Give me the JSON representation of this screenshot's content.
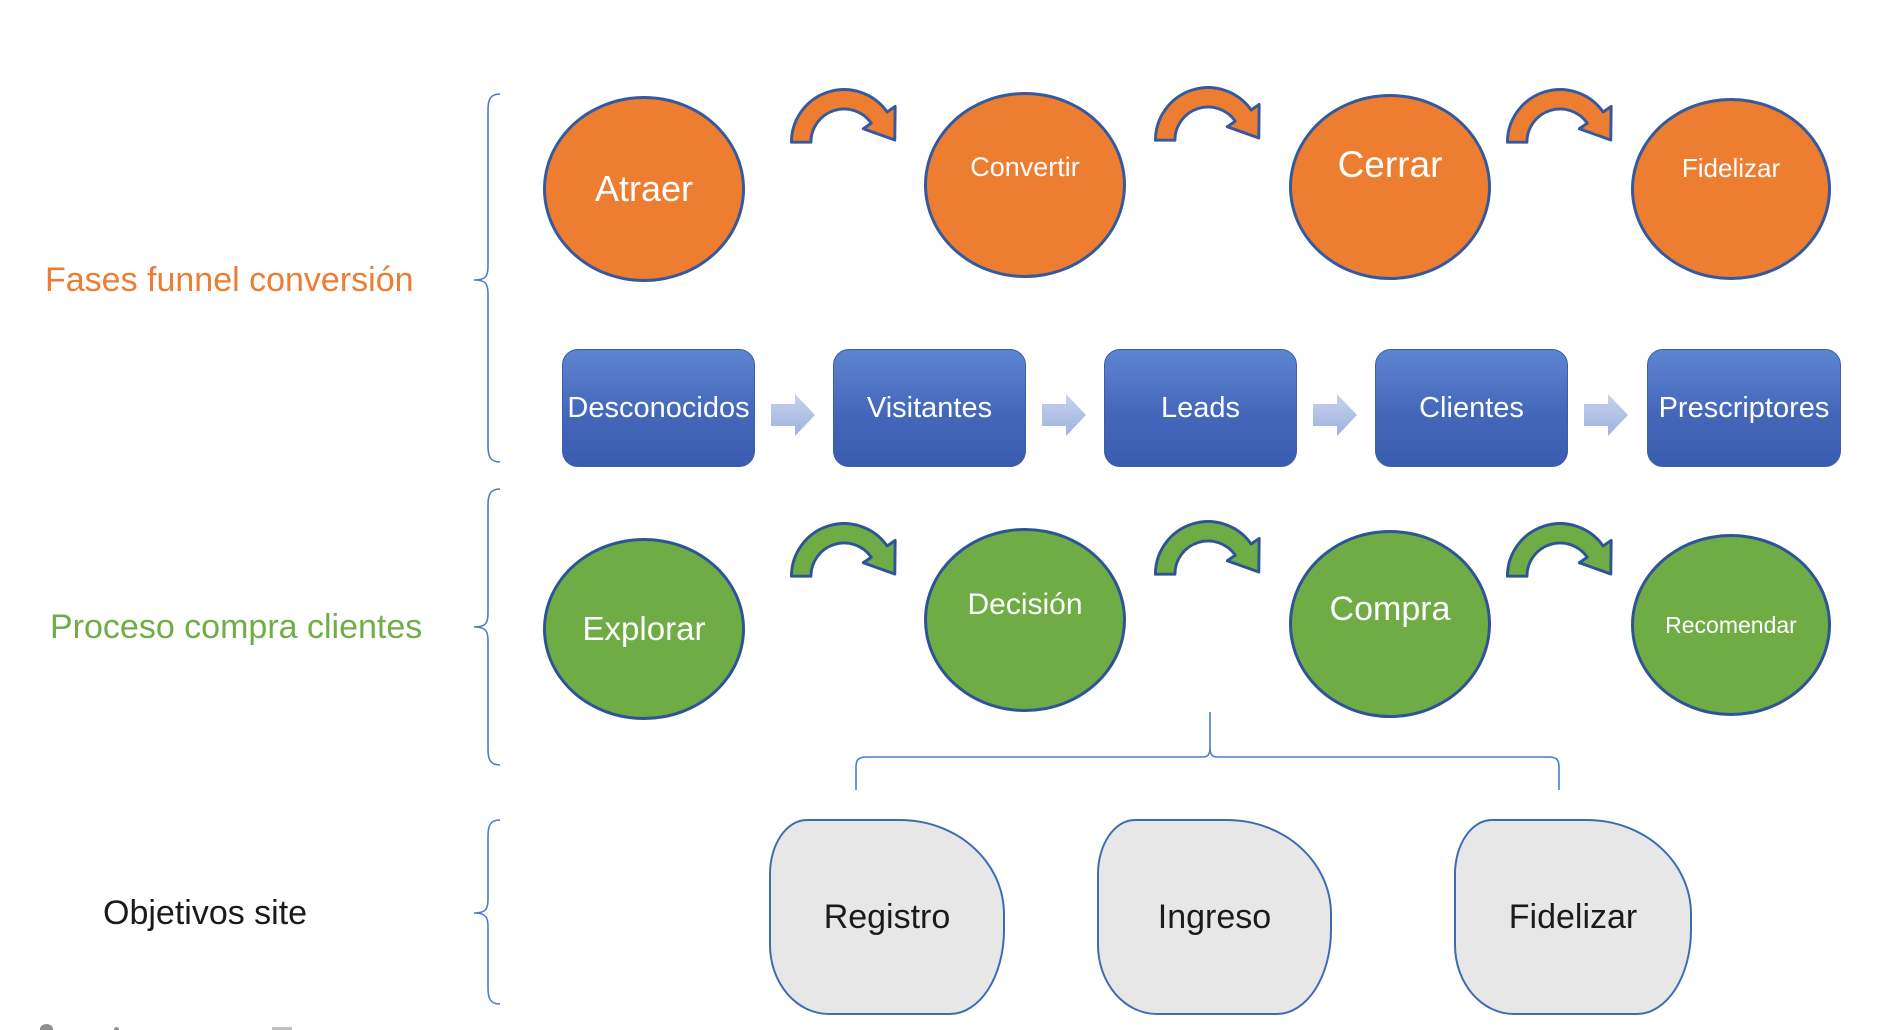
{
  "labels": {
    "funnel": "Fases funnel conversión",
    "purchase": "Proceso compra clientes",
    "objectives": "Objetivos site"
  },
  "funnel_stages": [
    "Atraer",
    "Convertir",
    "Cerrar",
    "Fidelizar"
  ],
  "audience_stages": [
    "Desconocidos",
    "Visitantes",
    "Leads",
    "Clientes",
    "Prescriptores"
  ],
  "purchase_stages": [
    "Explorar",
    "Decisión",
    "Compra",
    "Recomendar"
  ],
  "objective_stages": [
    "Registro",
    "Ingreso",
    "Fidelizar"
  ],
  "colors": {
    "funnel_fill": "#ED7D31",
    "purchase_fill": "#6FAC46",
    "shape_border": "#2F5496",
    "audience_box_top": "#5E85D1",
    "audience_box_bottom": "#3A5CB0",
    "block_arrow_light": "#C8D3ED",
    "block_arrow_dark": "#9EB2DF",
    "brace": "#4E7CC7",
    "objective_fill": "#E8E7E8",
    "label_funnel": "#ED7D31",
    "label_purchase": "#70AD47",
    "label_objectives": "#1A1A1A"
  }
}
